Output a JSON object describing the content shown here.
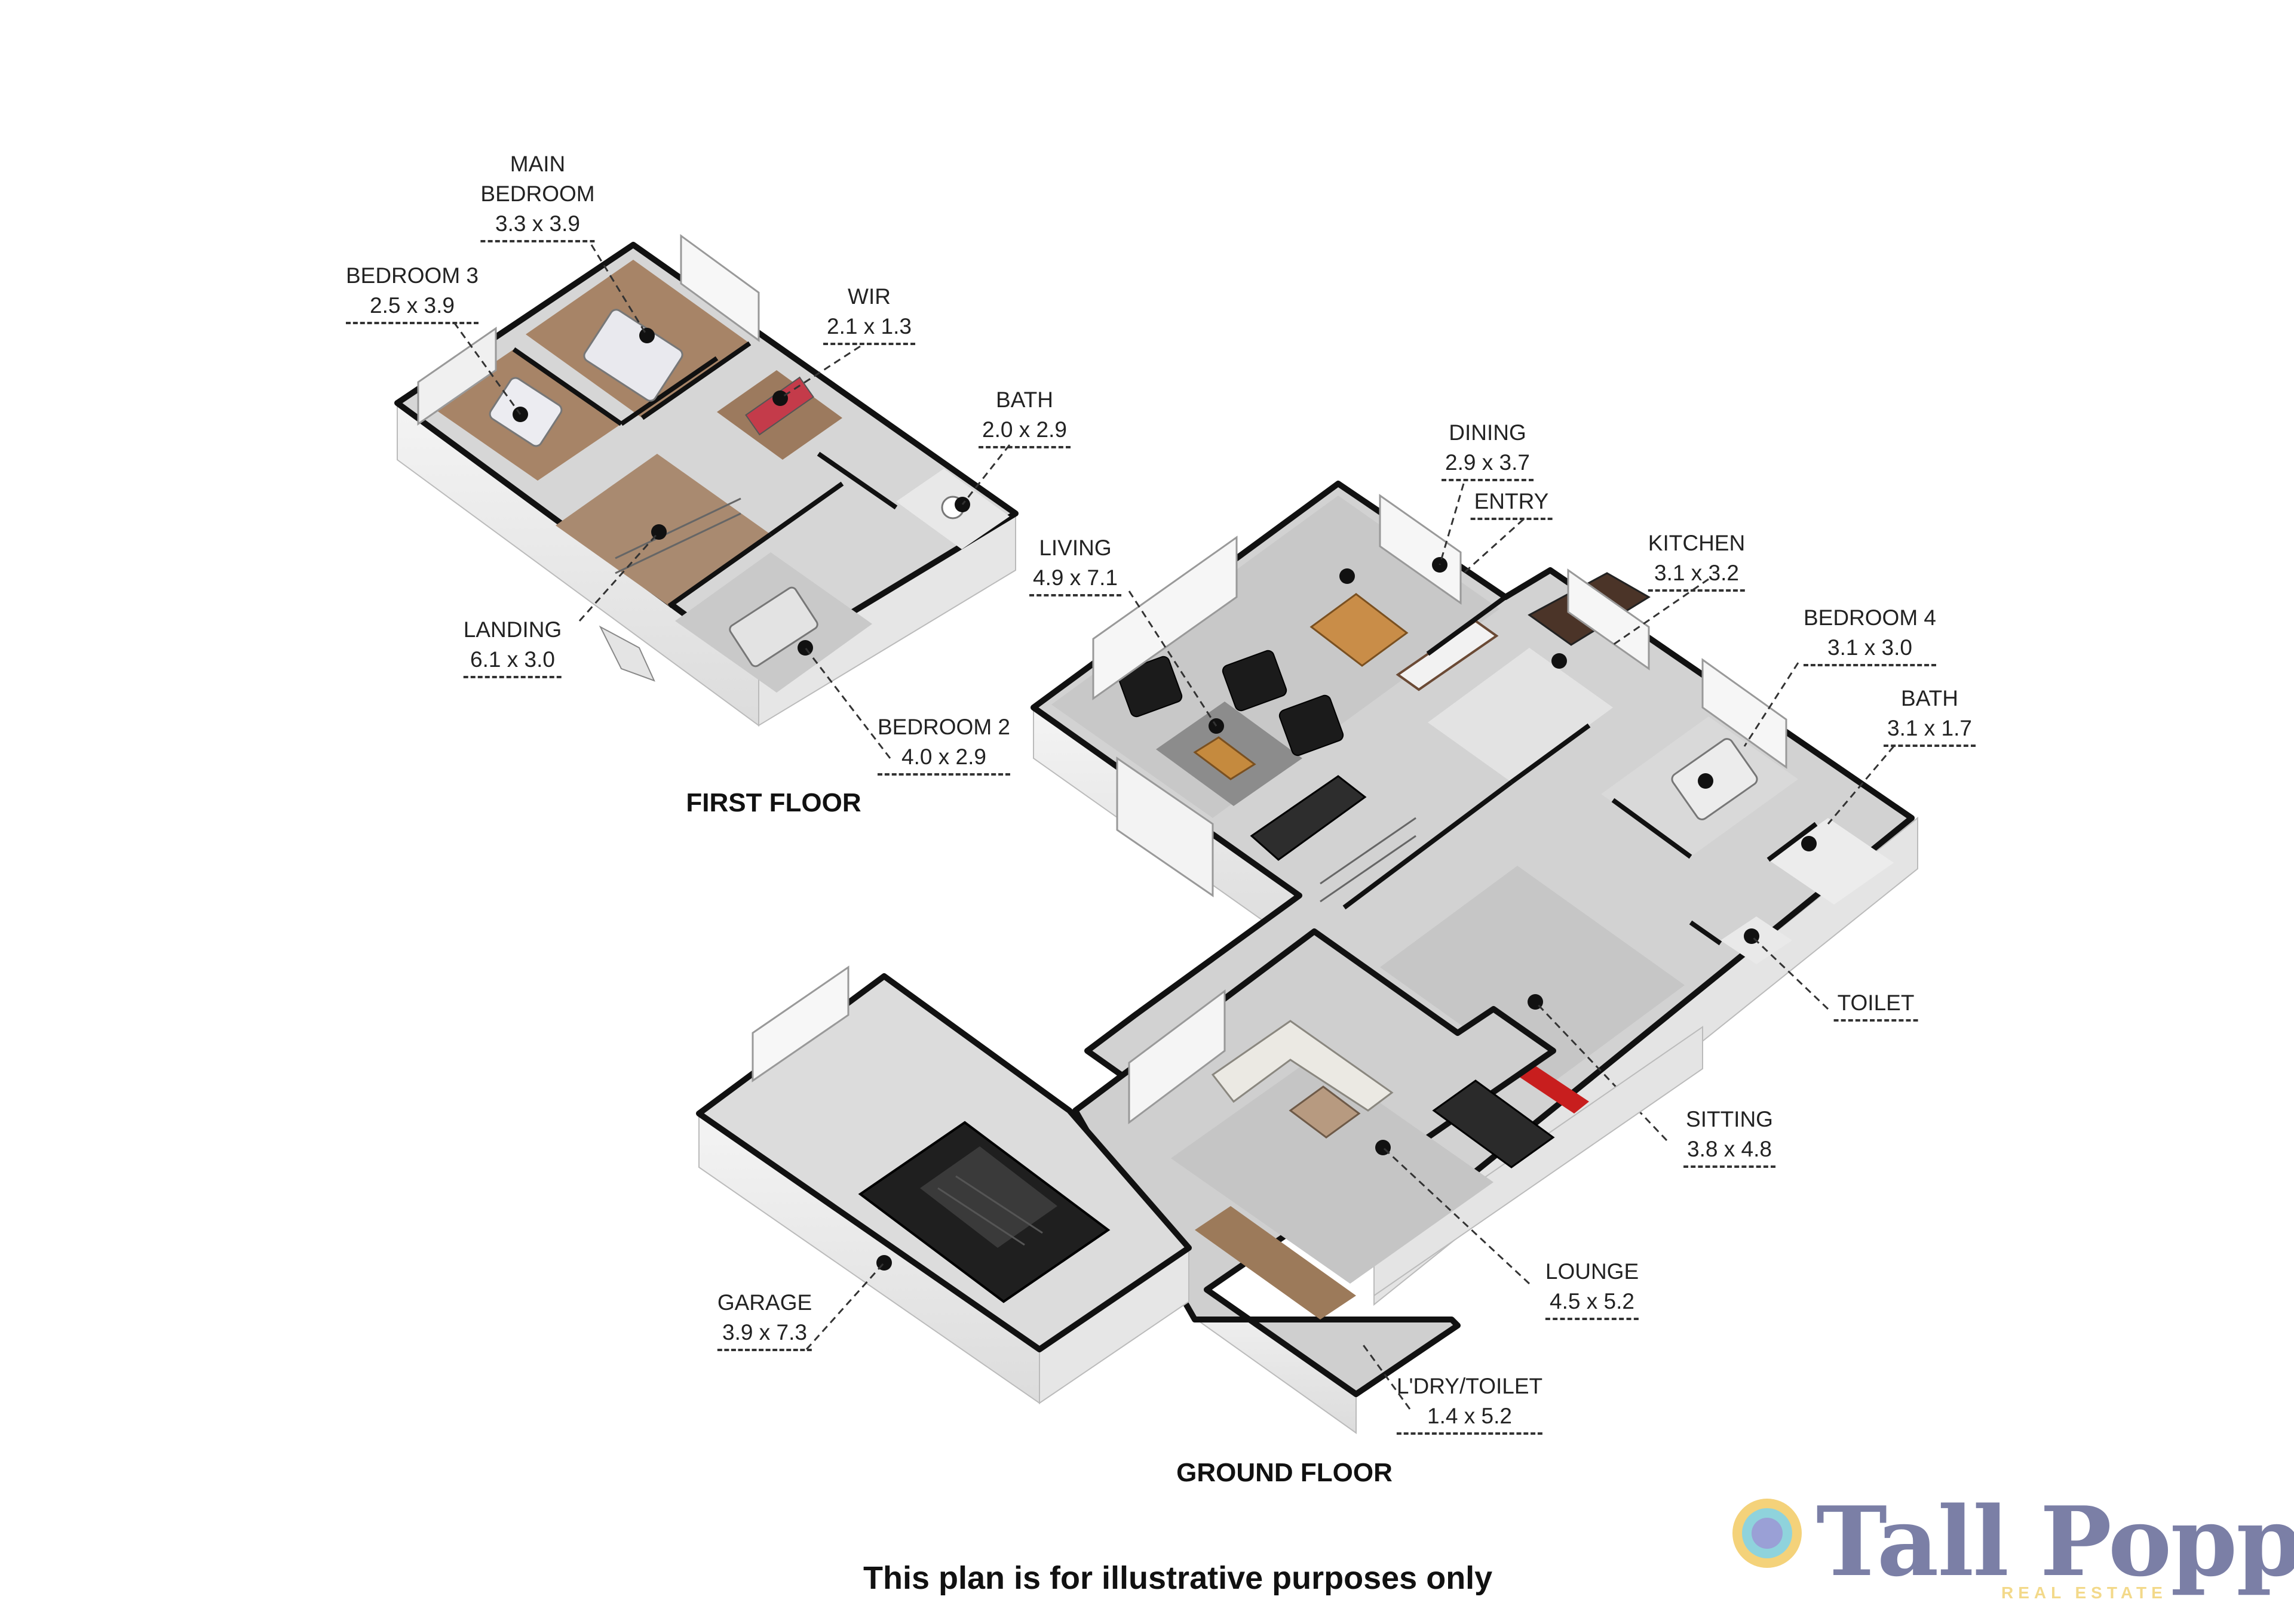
{
  "floors": {
    "first": "FIRST FLOOR",
    "ground": "GROUND FLOOR"
  },
  "rooms": {
    "main_bedroom": {
      "name": "MAIN\nBEDROOM",
      "dims": "3.3 x 3.9"
    },
    "bedroom3": {
      "name": "BEDROOM 3",
      "dims": "2.5 x 3.9"
    },
    "wir": {
      "name": "WIR",
      "dims": "2.1 x 1.3"
    },
    "bath_first": {
      "name": "BATH",
      "dims": "2.0 x 2.9"
    },
    "landing": {
      "name": "LANDING",
      "dims": "6.1 x 3.0"
    },
    "bedroom2": {
      "name": "BEDROOM 2",
      "dims": "4.0 x 2.9"
    },
    "dining": {
      "name": "DINING",
      "dims": "2.9 x 3.7"
    },
    "entry": {
      "name": "ENTRY"
    },
    "living": {
      "name": "LIVING",
      "dims": "4.9 x 7.1"
    },
    "kitchen": {
      "name": "KITCHEN",
      "dims": "3.1 x 3.2"
    },
    "bedroom4": {
      "name": "BEDROOM 4",
      "dims": "3.1 x 3.0"
    },
    "bath_ground": {
      "name": "BATH",
      "dims": "3.1 x 1.7"
    },
    "toilet": {
      "name": "TOILET"
    },
    "sitting": {
      "name": "SITTING",
      "dims": "3.8 x 4.8"
    },
    "lounge": {
      "name": "LOUNGE",
      "dims": "4.5 x 5.2"
    },
    "garage": {
      "name": "GARAGE",
      "dims": "3.9 x 7.3"
    },
    "ldry": {
      "name": "L'DRY/TOILET",
      "dims": "1.4 x 5.2"
    }
  },
  "disclaimer": "This plan is for illustrative purposes only",
  "logo": {
    "brand": "Tall Poppy",
    "sub": "REAL ESTATE",
    "colors": {
      "brand": "#7b7fa6",
      "sub": "#f3d98a",
      "ring_outer": "#f4d27a",
      "ring_mid": "#8fd3dc",
      "ring_inner": "#9aa0d6"
    }
  },
  "colors": {
    "floor_grey": "#cfcfcf",
    "floor_wood": "#a78467",
    "wall": "#ffffff",
    "wall_edge": "#1a1a1a",
    "rug_red": "#c81e1e"
  }
}
